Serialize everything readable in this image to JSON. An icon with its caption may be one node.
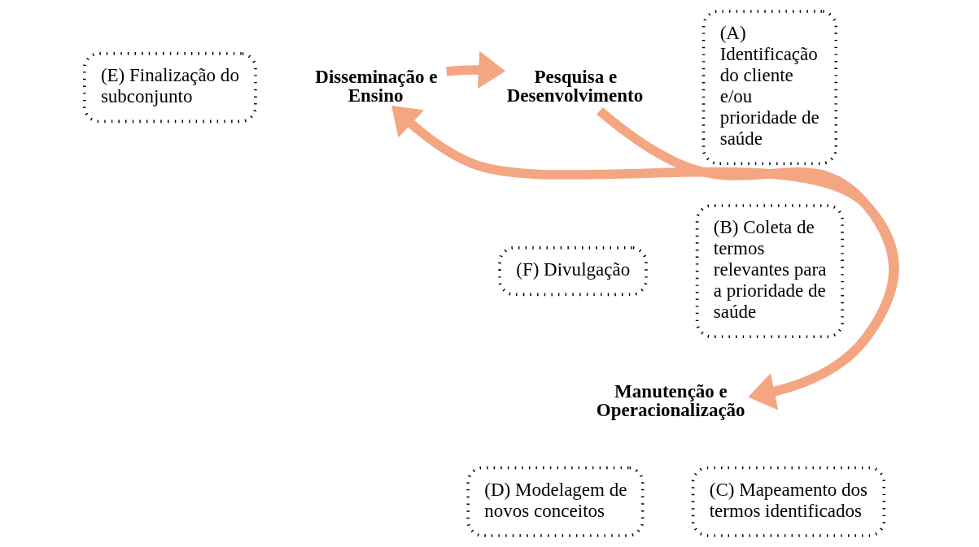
{
  "diagram": {
    "nodes": [
      {
        "text": [
          "(E) Finalização do subconjunto"
        ]
      },
      {
        "text": [
          "(A) Identificação do cliente e/ou prioridade de saúde"
        ]
      },
      {
        "text": [
          "Disseminação e Ensino"
        ]
      },
      {
        "text": [
          "Pesquisa e Desenvolvimento"
        ]
      },
      {
        "text": [
          "(F) Divulgação"
        ]
      },
      {
        "text": [
          "(B) Coleta de termos relevantes para a prioridade de saúde"
        ]
      },
      {
        "text": [
          "Manutenção e Operacionalização"
        ]
      },
      {
        "text": [
          "(D) Modelagem de novos conceitos"
        ]
      },
      {
        "text": [
          "(C) Mapeamento dos termos identificados"
        ]
      }
    ],
    "edges": [
      {
        "from": 2,
        "to": 3,
        "arrow": "to"
      },
      {
        "from": 3,
        "to": 6,
        "arrow": "to"
      },
      {
        "from": 6,
        "to": 2,
        "arrow": "to"
      }
    ]
  }
}
